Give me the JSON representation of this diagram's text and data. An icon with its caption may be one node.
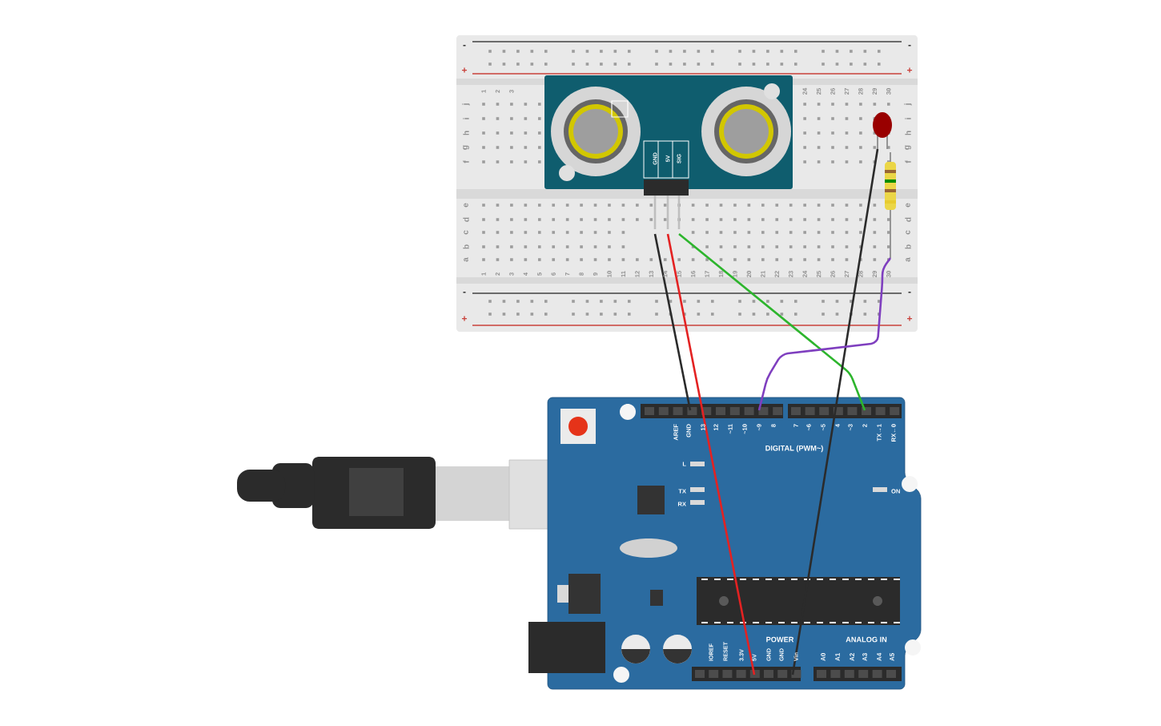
{
  "diagram": {
    "nodes": [
      {
        "text": [],
        "shape": "picture"
      },
      {
        "text": [],
        "shape": "picture",
        "in": 0
      },
      {
        "text": [],
        "shape": "picture",
        "in": 0
      },
      {
        "text": [],
        "shape": "picture",
        "in": 0
      },
      {
        "text": [],
        "shape": "picture"
      }
    ],
    "edges": [
      {
        "from": 1,
        "to": 4,
        "arrow": "none",
        "color": "#2b2b2b"
      },
      {
        "from": 1,
        "to": 4,
        "arrow": "none",
        "color": "#e32222"
      },
      {
        "from": 1,
        "to": 4,
        "arrow": "none",
        "color": "#2db52d"
      },
      {
        "from": 2,
        "to": 4,
        "arrow": "none",
        "color": "#2b2b2b"
      },
      {
        "from": 3,
        "to": 4,
        "arrow": "none",
        "color": "#7f3fbf"
      }
    ],
    "labels": [
      "-",
      "-",
      "+",
      "+",
      "1",
      "2",
      "3",
      "24",
      "25",
      "26",
      "27",
      "28",
      "29",
      "30",
      "j",
      "i",
      "h",
      "g",
      "f",
      "j",
      "i",
      "h",
      "g",
      "f",
      "GND",
      "5V",
      "SIG",
      "e",
      "d",
      "c",
      "b",
      "a",
      "e",
      "d",
      "c",
      "b",
      "a",
      "1",
      "2",
      "3",
      "4",
      "5",
      "6",
      "7",
      "8",
      "9",
      "10",
      "11",
      "12",
      "13",
      "14",
      "15",
      "16",
      "17",
      "18",
      "19",
      "20",
      "21",
      "22",
      "23",
      "24",
      "25",
      "26",
      "27",
      "28",
      "29",
      "30",
      "-",
      "-",
      "+",
      "+",
      "AREF",
      "GND",
      "13",
      "12",
      "~11",
      "~10",
      "~9",
      "8",
      "7",
      "~6",
      "~5",
      "4",
      "~3",
      "2",
      "TX→1",
      "RX←0",
      "DIGITAL (PWM~)",
      "L",
      "TX",
      "RX",
      "ON",
      "IOREF",
      "RESET",
      "3.3V",
      "5V",
      "GND",
      "GND",
      "Vin",
      "POWER",
      "ANALOG IN",
      "A0",
      "A1",
      "A2",
      "A3",
      "A4",
      "A5"
    ]
  }
}
